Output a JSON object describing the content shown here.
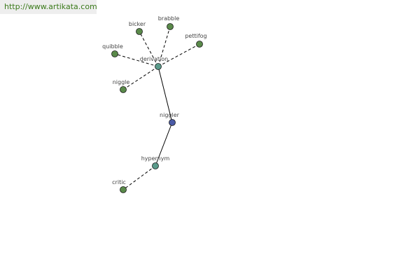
{
  "header": {
    "url": "http://www.artikata.com"
  },
  "colors": {
    "leaf": "#5a8a4a",
    "relation": "#5a9a8a",
    "center": "#4a5aa6",
    "edge": "#000000"
  },
  "graph": {
    "nodes": [
      {
        "id": "bicker",
        "label": "bicker",
        "kind": "leaf"
      },
      {
        "id": "brabble",
        "label": "brabble",
        "kind": "leaf"
      },
      {
        "id": "pettifog",
        "label": "pettifog",
        "kind": "leaf"
      },
      {
        "id": "quibble",
        "label": "quibble",
        "kind": "leaf"
      },
      {
        "id": "derivation",
        "label": "derivation",
        "kind": "relation"
      },
      {
        "id": "niggle",
        "label": "niggle",
        "kind": "leaf"
      },
      {
        "id": "niggler",
        "label": "niggler",
        "kind": "center"
      },
      {
        "id": "hypernym",
        "label": "hypernym",
        "kind": "relation"
      },
      {
        "id": "critic",
        "label": "critic",
        "kind": "leaf"
      }
    ],
    "edges": [
      {
        "from": "derivation",
        "to": "bicker",
        "style": "dashed"
      },
      {
        "from": "derivation",
        "to": "brabble",
        "style": "dashed"
      },
      {
        "from": "derivation",
        "to": "pettifog",
        "style": "dashed"
      },
      {
        "from": "derivation",
        "to": "quibble",
        "style": "dashed"
      },
      {
        "from": "derivation",
        "to": "niggle",
        "style": "dashed"
      },
      {
        "from": "niggler",
        "to": "derivation",
        "style": "solid"
      },
      {
        "from": "niggler",
        "to": "hypernym",
        "style": "solid"
      },
      {
        "from": "hypernym",
        "to": "critic",
        "style": "dashed"
      }
    ]
  }
}
